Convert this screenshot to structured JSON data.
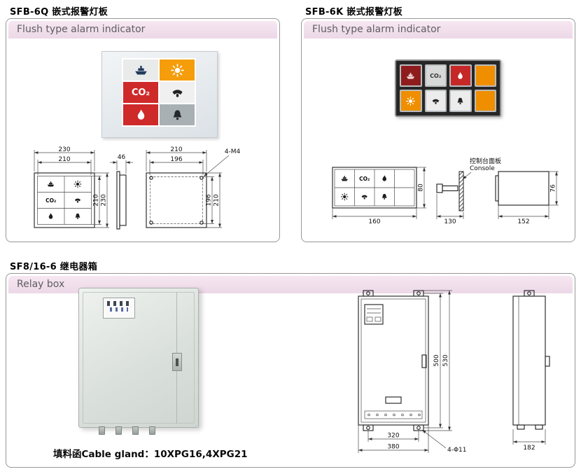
{
  "sections": {
    "sfb6q": {
      "title": "SFB-6Q 嵌式报警灯板",
      "strip": "Flush type alarm indicator",
      "photo": {
        "co2": "CO₂"
      },
      "drawing": {
        "co2": "CO₂",
        "front_w_outer": "230",
        "front_w_inner": "210",
        "front_h_inner": "210",
        "front_h_outer": "230",
        "side_depth": "46",
        "cut_w_outer": "210",
        "cut_w_inner": "196",
        "cut_h_inner": "196",
        "cut_h_outer": "210",
        "screw_note": "4-M4"
      }
    },
    "sfb6k": {
      "title": "SFB-6K 嵌式报警灯板",
      "strip": "Flush type alarm indicator",
      "photo": {
        "co2": "CO₂"
      },
      "drawing": {
        "co2": "CO₂",
        "front_w": "160",
        "front_h": "80",
        "mount_depth": "130",
        "console_cn": "控制台面板",
        "console_en": "Console",
        "back_w": "152",
        "back_h": "76"
      }
    },
    "relay": {
      "title": "SF8/16-6 继电器箱",
      "strip": "Relay box",
      "drawing": {
        "height_inner": "500",
        "height_outer": "530",
        "width_inner": "320",
        "width_outer": "380",
        "holes_note": "4-Φ11",
        "depth": "182"
      },
      "cable_gland_note": "填料函Cable gland：10XPG16,4XPG21"
    }
  }
}
